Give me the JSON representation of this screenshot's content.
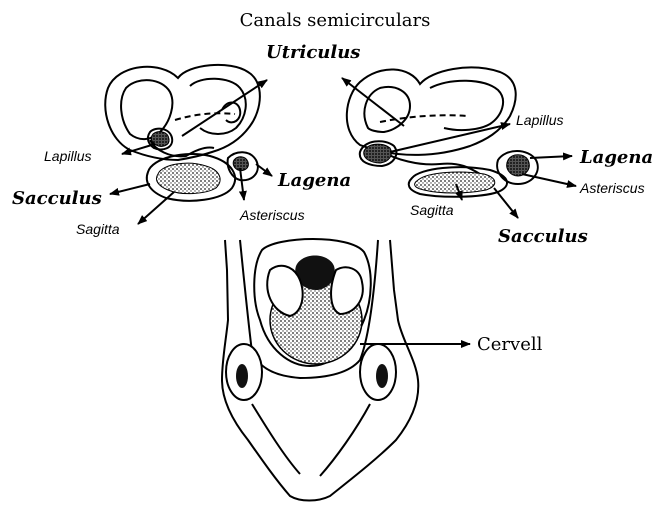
{
  "figure": {
    "title": "Canals semicirculars",
    "labels": {
      "utriculus": "Utriculus",
      "lapillus": "Lapillus",
      "sacculus": "Sacculus",
      "sagitta": "Sagitta",
      "lagena": "Lagena",
      "asteriscus": "Asteriscus",
      "cervell": "Cervell"
    }
  },
  "colors": {
    "ink": "#000000",
    "background": "#ffffff",
    "shading": "#3a3a3a"
  }
}
